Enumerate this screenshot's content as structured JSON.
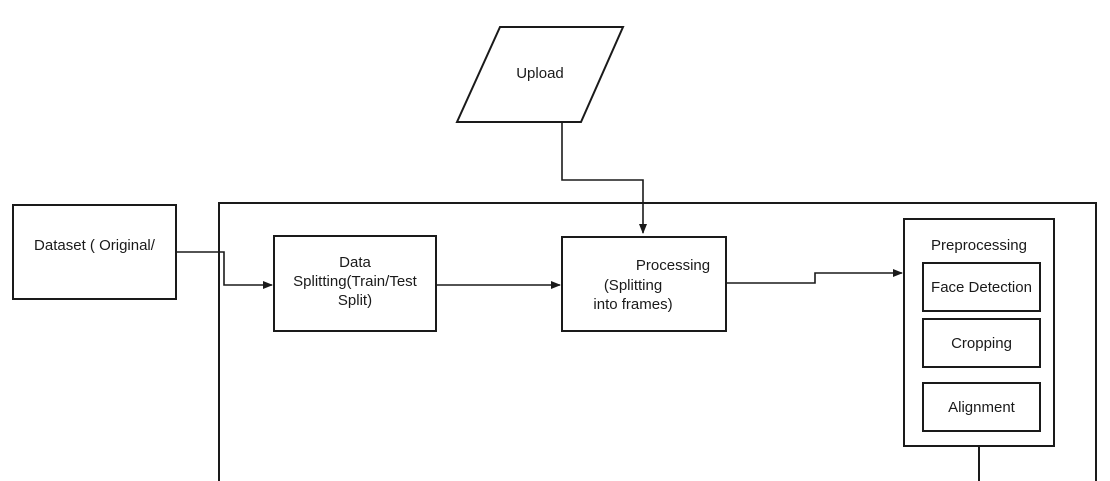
{
  "diagram": {
    "upload": "Upload",
    "dataset": "Dataset ( Original/",
    "data_splitting": "Data\nSplitting(Train/Test\nSplit)",
    "processing_title": "Processing",
    "processing_body": "(Splitting\ninto frames)",
    "preprocessing": {
      "title": "Preprocessing",
      "steps": [
        "Face Detection",
        "Cropping",
        "Alignment"
      ]
    }
  }
}
